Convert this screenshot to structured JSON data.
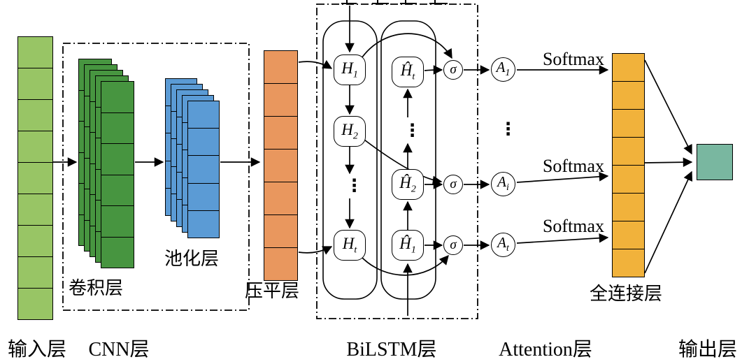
{
  "stacks": {
    "input": {
      "cells": 9
    },
    "flatten": {
      "cells": 7
    },
    "fc": {
      "cells": 8
    },
    "conv": {
      "panels": 5,
      "cells_per_panel": 6
    },
    "pool": {
      "panels": 5,
      "cells_per_panel": 5
    }
  },
  "labels": {
    "conv": "卷积层",
    "pool": "池化层",
    "flatten": "压平层",
    "fc": "全连接层",
    "bottom_input": "输入层",
    "bottom_cnn": "CNN层",
    "bottom_bilstm": "BiLSTM层",
    "bottom_attention": "Attention层",
    "bottom_output": "输出层",
    "softmax": "Softmax"
  },
  "bilstm": {
    "sigma": "σ",
    "forward": {
      "n1": {
        "b": "H",
        "s": "1"
      },
      "n2": {
        "b": "H",
        "s": "2"
      },
      "dots": "⋮",
      "nt": {
        "b": "H",
        "s": "t"
      }
    },
    "backward": {
      "nt": {
        "b": "Ĥ",
        "s": "t"
      },
      "dots": "⋮",
      "n2": {
        "b": "Ĥ",
        "s": "2"
      },
      "n1": {
        "b": "Ĥ",
        "s": "1"
      }
    }
  },
  "attention": {
    "a1": {
      "b": "A",
      "s": "1"
    },
    "dots": "⋮",
    "ai": {
      "b": "A",
      "s": "i"
    },
    "at": {
      "b": "A",
      "s": "t"
    }
  },
  "colors": {
    "input": "#98c565",
    "conv": "#479540",
    "pool": "#5b9bd5",
    "flatten": "#e9975e",
    "fc": "#f1b23b",
    "output": "#79b7a0",
    "stroke": "#000000"
  }
}
